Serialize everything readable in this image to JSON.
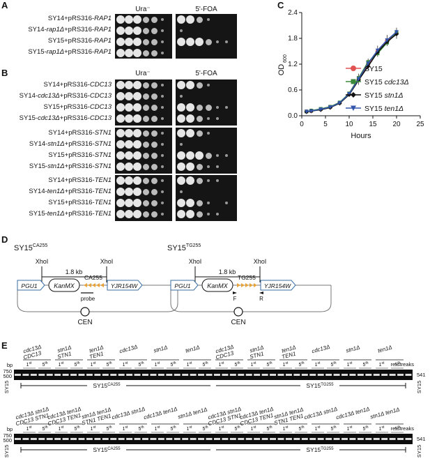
{
  "panels": {
    "A": {
      "label": "A",
      "headers": [
        "Ura⁻",
        "5'-FOA"
      ],
      "rows": [
        {
          "prefix": "SY14+pRS316-",
          "gene": "RAP1",
          "del": ""
        },
        {
          "prefix": "SY14-",
          "gene": "RAP1",
          "del": "rap1Δ",
          "mid": "+pRS316-"
        },
        {
          "prefix": "SY15+pRS316-",
          "gene": "RAP1",
          "del": ""
        },
        {
          "prefix": "SY15-",
          "gene": "RAP1",
          "del": "rap1Δ",
          "mid": "+pRS316-"
        }
      ]
    },
    "B": {
      "label": "B",
      "headers": [
        "Ura⁻",
        "5'-FOA"
      ],
      "groups": [
        {
          "rows": [
            {
              "prefix": "SY14+pRS316-",
              "gene": "CDC13",
              "del": ""
            },
            {
              "prefix": "SY14-",
              "del": "cdc13Δ",
              "mid": "+pRS316-",
              "gene": "CDC13"
            },
            {
              "prefix": "SY15+pRS316-",
              "gene": "CDC13",
              "del": ""
            },
            {
              "prefix": "SY15-",
              "del": "cdc13Δ",
              "mid": "+pRS316-",
              "gene": "CDC13"
            }
          ]
        },
        {
          "rows": [
            {
              "prefix": "SY14+pRS316-",
              "gene": "STN1",
              "del": ""
            },
            {
              "prefix": "SY14-",
              "del": "stn1Δ",
              "mid": "+pRS316-",
              "gene": "STN1"
            },
            {
              "prefix": "SY15+pRS316-",
              "gene": "STN1",
              "del": ""
            },
            {
              "prefix": "SY15-",
              "del": "stn1Δ",
              "mid": "+pRS316-",
              "gene": "STN1"
            }
          ]
        },
        {
          "rows": [
            {
              "prefix": "SY14+pRS316-",
              "gene": "TEN1",
              "del": ""
            },
            {
              "prefix": "SY14-",
              "del": "ten1Δ",
              "mid": "+pRS316-",
              "gene": "TEN1"
            },
            {
              "prefix": "SY15+pRS316-",
              "gene": "TEN1",
              "del": ""
            },
            {
              "prefix": "SY15-",
              "del": "ten1Δ",
              "mid": "+pRS316-",
              "gene": "TEN1"
            }
          ]
        }
      ]
    },
    "C": {
      "label": "C"
    },
    "D": {
      "label": "D",
      "left": {
        "title": "SY15",
        "sup": "CA255",
        "xho1": "XhoI",
        "xho2": "XhoI",
        "size": "1.8 kb",
        "pgu1": "PGU1",
        "kanmx": "KanMX",
        "seq": "CA255",
        "yjr": "YJR154W",
        "probe": "probe",
        "cen": "CEN"
      },
      "right": {
        "title": "SY15",
        "sup": "TG255",
        "xho1": "XhoI",
        "xho2": "XhoI",
        "size": "1.8 kb",
        "pgu1": "PGU1",
        "kanmx": "KanMX",
        "seq": "TG255",
        "yjr": "YJR154W",
        "f": "F",
        "r": "R",
        "cen": "CEN"
      }
    },
    "E": {
      "label": "E",
      "bp": "bp",
      "ladder": [
        "750",
        "500"
      ],
      "band": "541",
      "restreaks": "re-streaks",
      "streak1": "1",
      "streak1sup": "st",
      "streak5": "5",
      "streak5sup": "th",
      "sy15": "SY15",
      "ca": "SY15",
      "casup": "CA255",
      "tg": "SY15",
      "tgsup": "TG255",
      "top_genotypes": [
        [
          "cdc13Δ",
          "CDC13"
        ],
        [
          "stn1Δ",
          "STN1"
        ],
        [
          "ten1Δ",
          "TEN1"
        ],
        [
          "cdc13Δ",
          ""
        ],
        [
          "stn1Δ",
          ""
        ],
        [
          "ten1Δ",
          ""
        ],
        [
          "cdc13Δ",
          "CDC13"
        ],
        [
          "stn1Δ",
          "STN1"
        ],
        [
          "ten1Δ",
          "TEN1"
        ],
        [
          "cdc13Δ",
          ""
        ],
        [
          "stn1Δ",
          ""
        ],
        [
          "ten1Δ",
          ""
        ]
      ],
      "bottom_genotypes": [
        [
          "cdc13Δ stn1Δ",
          "CDC13 STN1"
        ],
        [
          "cdc13Δ ten1Δ",
          "CDC13 TEN1"
        ],
        [
          "stn1Δ ten1Δ",
          "STN1 TEN1"
        ],
        [
          "cdc13Δ stn1Δ",
          ""
        ],
        [
          "cdc13Δ ten1Δ",
          ""
        ],
        [
          "stn1Δ ten1Δ",
          ""
        ],
        [
          "cdc13Δ stn1Δ",
          "CDC13 STN1"
        ],
        [
          "cdc13Δ ten1Δ",
          "CDC13 TEN1"
        ],
        [
          "stn1Δ ten1Δ",
          "STN1 TEN1"
        ],
        [
          "cdc13Δ stn1Δ",
          ""
        ],
        [
          "cdc13Δ ten1Δ",
          ""
        ],
        [
          "stn1Δ ten1Δ",
          ""
        ]
      ]
    }
  },
  "chart_data": {
    "type": "line",
    "xlabel": "Hours",
    "ylabel": "OD",
    "ylabel_sub": "600",
    "xlim": [
      0,
      25
    ],
    "ylim": [
      0,
      2.4
    ],
    "xticks": [
      0,
      5,
      10,
      15,
      20,
      25
    ],
    "yticks": [
      0.0,
      0.6,
      1.2,
      1.8,
      2.4
    ],
    "ytick_labels": [
      "0.0",
      "0.6",
      "1.2",
      "1.8",
      "2.4"
    ],
    "x": [
      1,
      2,
      4,
      6,
      8,
      10,
      12,
      14,
      16,
      18,
      20
    ],
    "series": [
      {
        "name": "SY15",
        "values": [
          0.1,
          0.11,
          0.15,
          0.2,
          0.3,
          0.5,
          0.85,
          1.2,
          1.5,
          1.75,
          1.92
        ],
        "color": "#e05252",
        "marker": "circle"
      },
      {
        "name": "SY15 cdc13Δ",
        "values": [
          0.1,
          0.12,
          0.16,
          0.21,
          0.31,
          0.52,
          0.88,
          1.25,
          1.45,
          1.7,
          1.93
        ],
        "color": "#3a8a3a",
        "marker": "square"
      },
      {
        "name": "SY15 stn1Δ",
        "values": [
          0.09,
          0.11,
          0.14,
          0.19,
          0.29,
          0.49,
          0.83,
          1.15,
          1.48,
          1.72,
          1.9
        ],
        "color": "#111111",
        "marker": "diamond"
      },
      {
        "name": "SY15 ten1Δ",
        "values": [
          0.1,
          0.11,
          0.15,
          0.2,
          0.3,
          0.51,
          0.86,
          1.22,
          1.52,
          1.76,
          1.95
        ],
        "color": "#3355aa",
        "marker": "triangle-down"
      }
    ]
  }
}
